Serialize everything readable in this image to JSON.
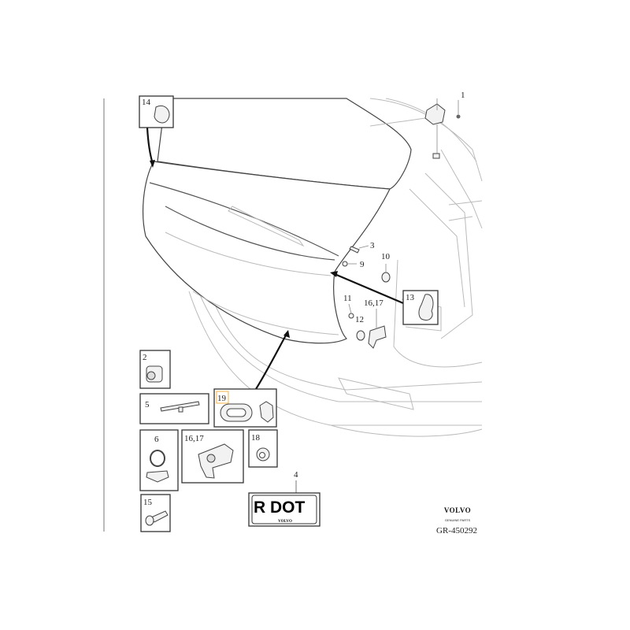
{
  "diagram": {
    "callouts": {
      "c14": "14",
      "c3": "3",
      "c9": "9",
      "c10": "10",
      "c13": "13",
      "c11": "11",
      "c1617a": "16,17",
      "c12": "12",
      "c1": "1"
    },
    "boxes": {
      "b2": "2",
      "b5": "5",
      "b19": "19",
      "b6": "6",
      "b1617": "16,17",
      "b18": "18",
      "b4": "4",
      "b15": "15"
    },
    "plate_text": "R DOT",
    "plate_brand": "VOLVO",
    "brand": {
      "name": "VOLVO",
      "tagline": "GENUINE PARTS"
    },
    "reference": "GR-450292",
    "highlight_color": "#f5b041"
  }
}
